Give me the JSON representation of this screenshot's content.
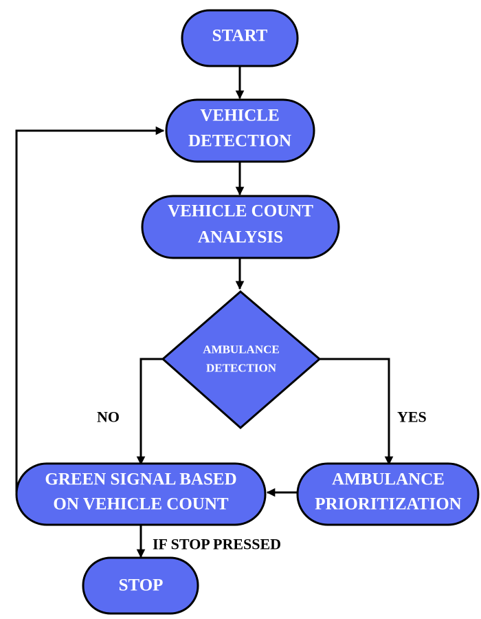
{
  "nodes": {
    "start": {
      "lines": [
        "START"
      ]
    },
    "vehicle_detection": {
      "lines": [
        "VEHICLE",
        "DETECTION"
      ]
    },
    "vehicle_count_analysis": {
      "lines": [
        "VEHICLE COUNT",
        "ANALYSIS"
      ]
    },
    "ambulance_detection": {
      "lines": [
        "AMBULANCE",
        "DETECTION"
      ]
    },
    "ambulance_prioritization": {
      "lines": [
        "AMBULANCE",
        "PRIORITIZATION"
      ]
    },
    "green_signal": {
      "lines": [
        "GREEN SIGNAL BASED",
        "ON VEHICLE COUNT"
      ]
    },
    "stop": {
      "lines": [
        "STOP"
      ]
    }
  },
  "edge_labels": {
    "no": "NO",
    "yes": "YES",
    "if_stop_pressed": "IF STOP PRESSED"
  },
  "colors": {
    "node_fill": "#5a6cf2",
    "stroke": "#000000",
    "node_text": "#ffffff"
  }
}
